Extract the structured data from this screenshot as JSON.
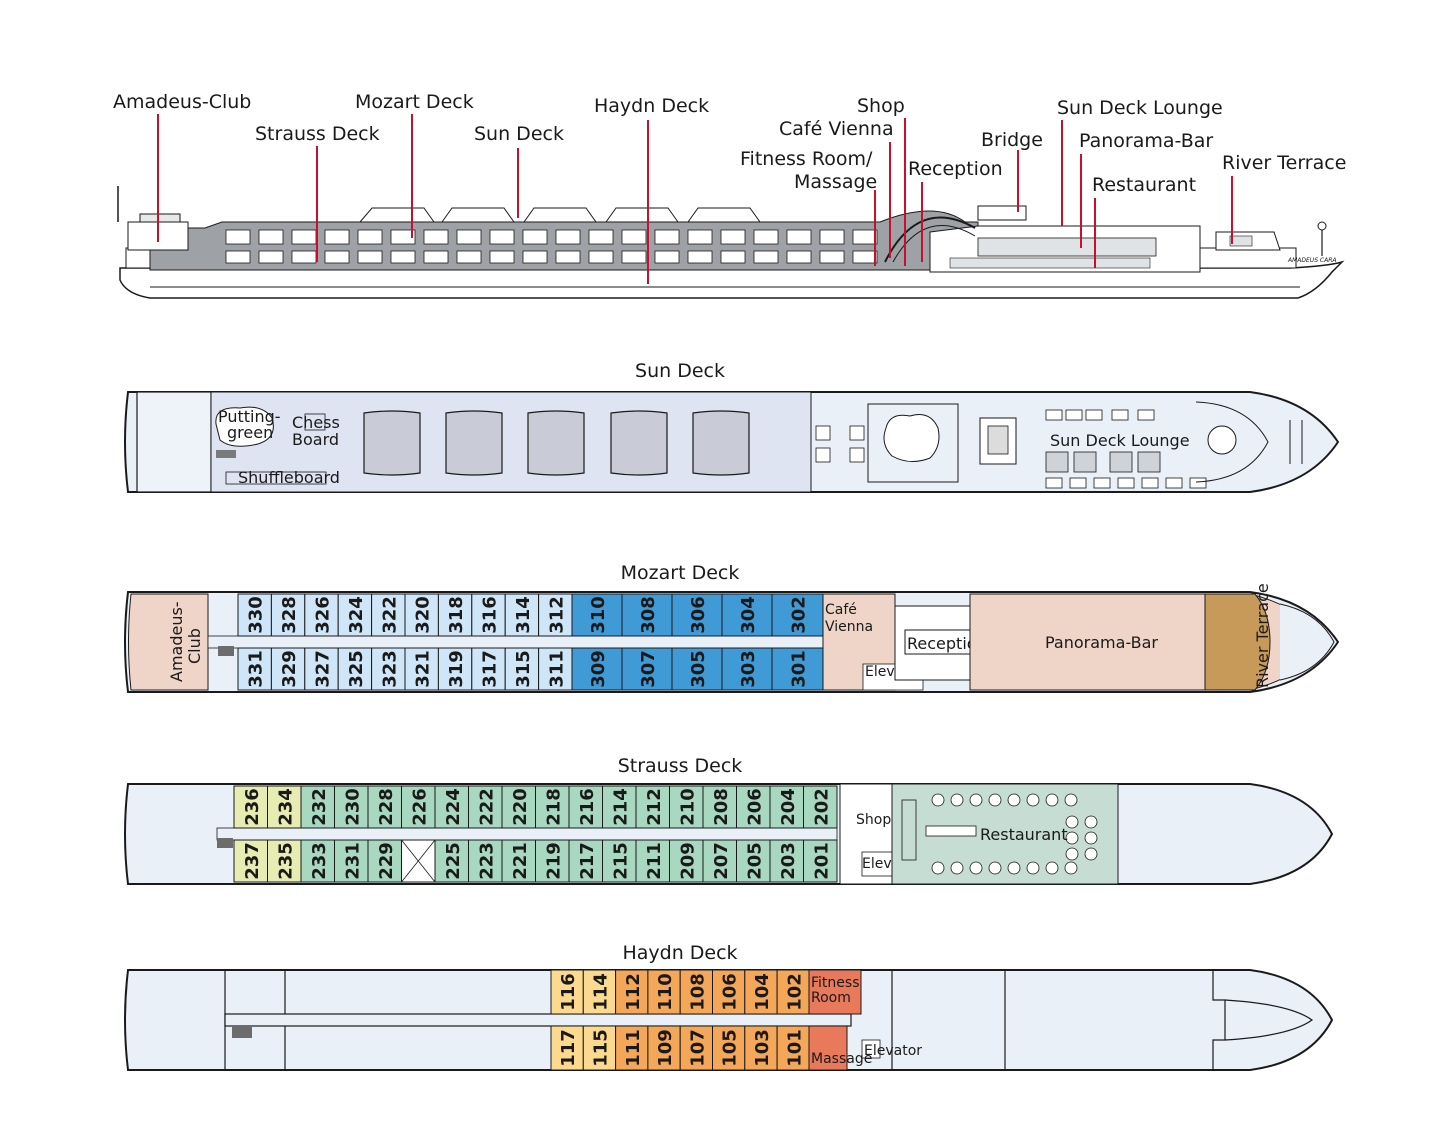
{
  "colors": {
    "accent": "#c8102e",
    "hull": "#eaf0f8",
    "mozart_light": "#cfe6f8",
    "mozart_dark": "#3f9ad6",
    "strauss_green": "#a8d8bf",
    "strauss_yellow": "#e6ecb2",
    "haydn_orange": "#f4a758",
    "haydn_yellow": "#fbd98f",
    "lounge": "#efd5c8",
    "restaurant": "#c6ddd3",
    "fitness": "#e8795a"
  },
  "profile": {
    "ship_name": "AMADEUS CARA",
    "labels": [
      {
        "id": "amadeus-club",
        "text": "Amadeus-Club"
      },
      {
        "id": "strauss-deck",
        "text": "Strauss Deck"
      },
      {
        "id": "mozart-deck",
        "text": "Mozart Deck"
      },
      {
        "id": "sun-deck",
        "text": "Sun Deck"
      },
      {
        "id": "haydn-deck",
        "text": "Haydn Deck"
      },
      {
        "id": "shop",
        "text": "Shop"
      },
      {
        "id": "cafe-vienna",
        "text": "Café Vienna"
      },
      {
        "id": "fitness-1",
        "text": "Fitness Room/"
      },
      {
        "id": "fitness-2",
        "text": "Massage"
      },
      {
        "id": "reception",
        "text": "Reception"
      },
      {
        "id": "bridge",
        "text": "Bridge"
      },
      {
        "id": "sun-deck-lounge",
        "text": "Sun Deck Lounge"
      },
      {
        "id": "panorama-bar",
        "text": "Panorama-Bar"
      },
      {
        "id": "restaurant",
        "text": "Restaurant"
      },
      {
        "id": "river-terrace",
        "text": "River Terrace"
      }
    ]
  },
  "sun_deck": {
    "title": "Sun Deck",
    "putting_1": "Putting-",
    "putting_2": "green",
    "chess_1": "Chess",
    "chess_2": "Board",
    "shuffleboard": "Shuffleboard",
    "lounge": "Sun Deck Lounge"
  },
  "mozart_deck": {
    "title": "Mozart Deck",
    "club_1": "Amadeus-",
    "club_2": "Club",
    "cafe_1": "Café",
    "cafe_2": "Vienna",
    "reception": "Reception",
    "elevator": "Elevator",
    "bar": "Panorama-Bar",
    "terrace": "River Terrace",
    "top": [
      "330",
      "328",
      "326",
      "324",
      "322",
      "320",
      "318",
      "316",
      "314",
      "312",
      "310",
      "308",
      "306",
      "304",
      "302"
    ],
    "bottom": [
      "331",
      "329",
      "327",
      "325",
      "323",
      "321",
      "319",
      "317",
      "315",
      "311",
      "309",
      "307",
      "305",
      "303",
      "301"
    ]
  },
  "strauss_deck": {
    "title": "Strauss Deck",
    "shop": "Shop",
    "elevator": "Elevator",
    "restaurant": "Restaurant",
    "top": [
      "236",
      "234",
      "232",
      "230",
      "228",
      "226",
      "224",
      "222",
      "220",
      "218",
      "216",
      "214",
      "212",
      "210",
      "208",
      "206",
      "204",
      "202"
    ],
    "bottom": [
      "237",
      "235",
      "233",
      "231",
      "229",
      "",
      "225",
      "223",
      "221",
      "219",
      "217",
      "215",
      "211",
      "209",
      "207",
      "205",
      "203",
      "201"
    ]
  },
  "haydn_deck": {
    "title": "Haydn Deck",
    "fitness_1": "Fitness",
    "fitness_2": "Room",
    "massage": "Massage",
    "elevator": "Elevator",
    "top": [
      "116",
      "114",
      "112",
      "110",
      "108",
      "106",
      "104",
      "102"
    ],
    "bottom": [
      "117",
      "115",
      "111",
      "109",
      "107",
      "105",
      "103",
      "101"
    ]
  }
}
